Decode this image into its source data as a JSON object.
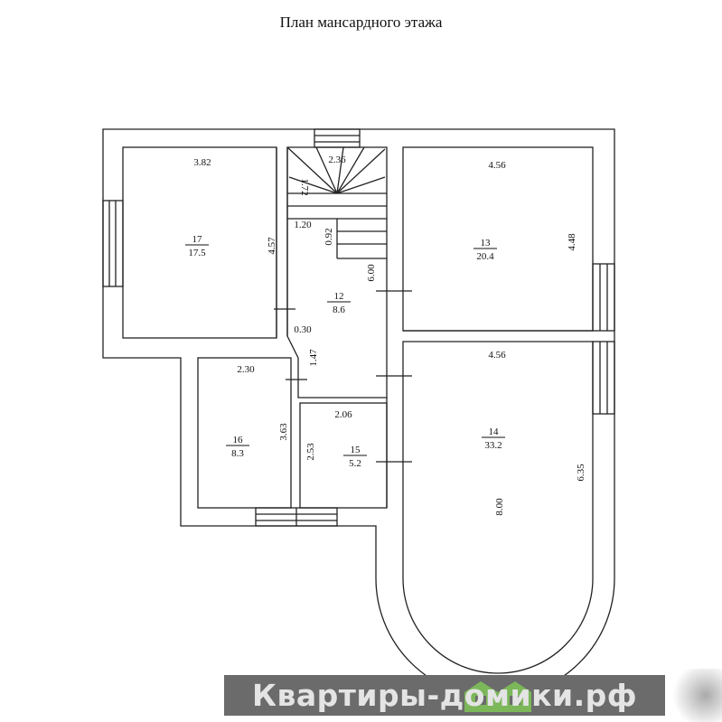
{
  "title": "План мансардного  этажа",
  "rooms": [
    {
      "number": "17",
      "area": "17.5"
    },
    {
      "number": "12",
      "area": "8.6"
    },
    {
      "number": "13",
      "area": "20.4"
    },
    {
      "number": "14",
      "area": "33.2"
    },
    {
      "number": "16",
      "area": "8.3"
    },
    {
      "number": "15",
      "area": "5.2"
    }
  ],
  "dimensions": {
    "r17_w": "3.82",
    "r17_h": "4.57",
    "stair_w": "2.36",
    "stair_172": "1.72",
    "stair_120": "1.20",
    "stair_092": "0.92",
    "hall_600": "6.00",
    "hall_030": "0.30",
    "hall_147": "1.47",
    "r13_w": "4.56",
    "r13_h": "4.48",
    "r14_w": "4.56",
    "r14_h": "6.35",
    "r14_len": "8.00",
    "r16_w": "2.30",
    "r16_h": "3.63",
    "r15_w": "2.06",
    "r15_h": "2.53"
  },
  "watermark": "Квартиры-домики.рф"
}
